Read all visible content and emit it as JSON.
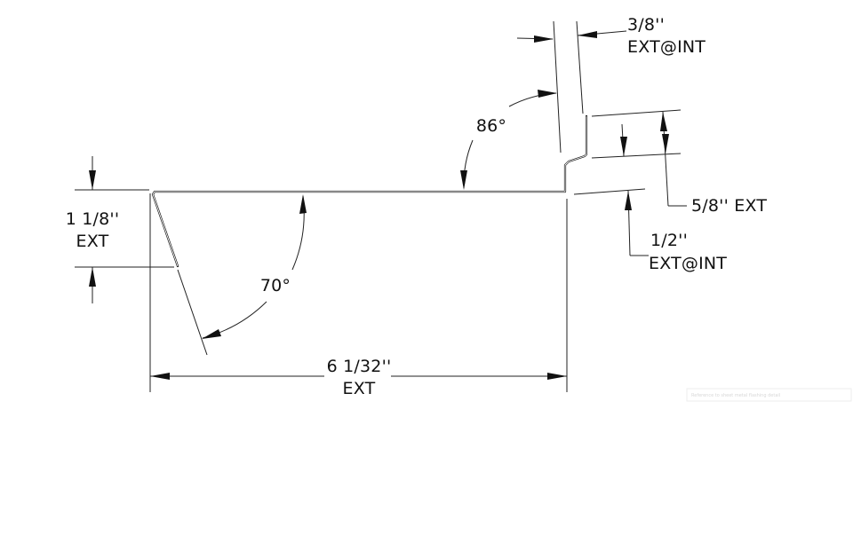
{
  "drawing": {
    "dimensions": {
      "top_gap": {
        "line1": "3/8''",
        "line2": "EXT@INT"
      },
      "top_angle": {
        "value": "86°"
      },
      "riser_height": {
        "line1": "5/8'' EXT"
      },
      "step_offset": {
        "line1": "1/2''",
        "line2": "EXT@INT"
      },
      "left_hem": {
        "line1": "1 1/8''",
        "line2": "EXT"
      },
      "bottom_angle": {
        "value": "70°"
      },
      "overall_width": {
        "line1": "6 1/32''",
        "line2": "EXT"
      }
    },
    "faint_note": "Reference to sheet metal flashing detail"
  },
  "colors": {
    "line": "#111111",
    "background": "#ffffff"
  }
}
